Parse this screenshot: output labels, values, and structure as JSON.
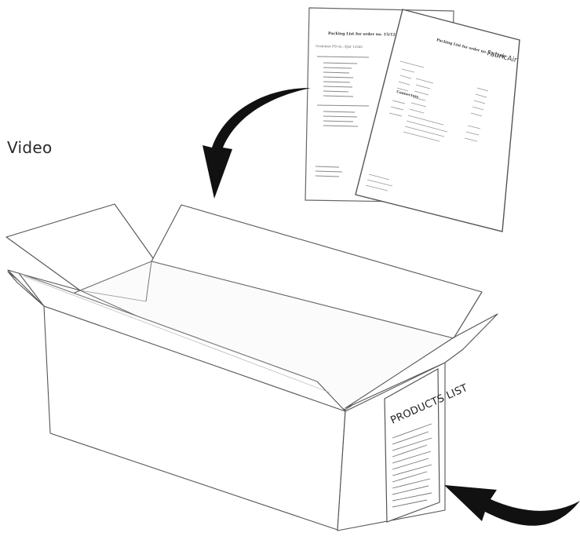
{
  "label": {
    "video": "Video"
  },
  "box": {
    "label_title": "PRODUCTS LIST"
  },
  "documents": {
    "back": {
      "title": "Packing List for order no. 15/12/06",
      "customer": "Customer PO no.: Kjbr 12345"
    },
    "front": {
      "title": "Packing List for order no. 15/12/06",
      "logo": "FabricAir",
      "section": "Connectors"
    }
  },
  "icons": [
    "curved-arrow-left-icon",
    "curved-arrow-right-icon"
  ],
  "colors": {
    "ink": "#111111",
    "outline": "#555555",
    "paper": "#ffffff"
  }
}
